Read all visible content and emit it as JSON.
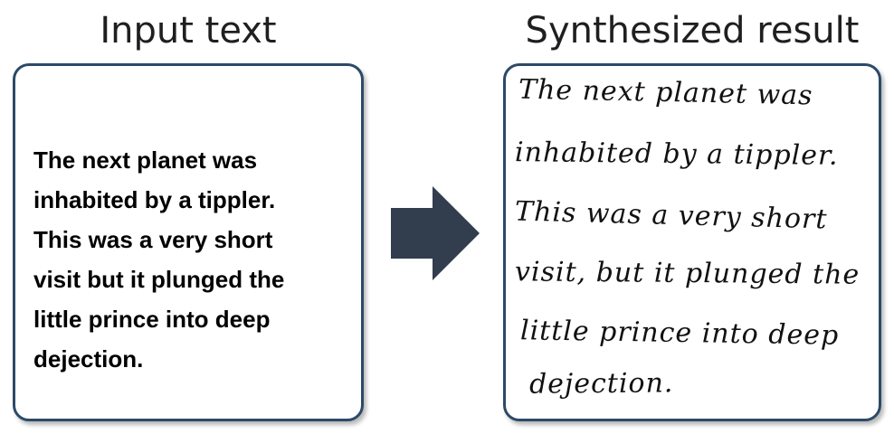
{
  "headings": {
    "left": "Input text",
    "right": "Synthesized result"
  },
  "input_lines": [
    "The next planet was",
    "inhabited by a tippler.",
    "This was a very short",
    "visit but it plunged the",
    "little prince into deep",
    "dejection."
  ],
  "result_lines": [
    "The next planet was",
    "inhabited by a tippler.",
    "This was a very short",
    "visit, but it plunged the",
    "little prince into deep",
    "dejection."
  ],
  "colors": {
    "box_border": "#2c4a68",
    "arrow": "#323d4e"
  },
  "icons": {
    "arrow": "right-arrow-icon"
  }
}
